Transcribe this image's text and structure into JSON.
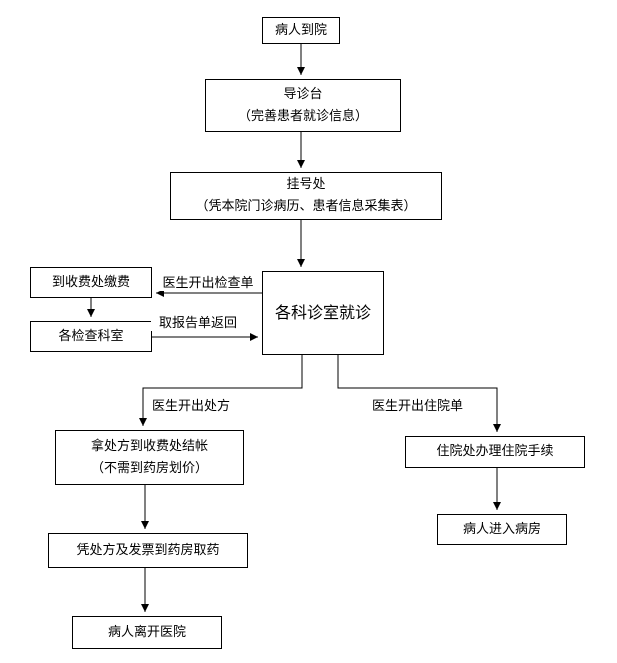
{
  "diagram": {
    "title": "hospital-outpatient-flowchart",
    "colors": {
      "background": "#ffffff",
      "line": "#000000",
      "box_border": "#000000",
      "text": "#000000"
    },
    "nodes": {
      "arrive": {
        "text": "病人到院"
      },
      "guide": {
        "line1": "导诊台",
        "line2": "（完善患者就诊信息）"
      },
      "register": {
        "line1": "挂号处",
        "line2": "（凭本院门诊病历、患者信息采集表）"
      },
      "clinic": {
        "text": "各科诊室就诊"
      },
      "pay_exam": {
        "text": "到收费处缴费"
      },
      "exam_dept": {
        "text": "各检查科室"
      },
      "settle": {
        "line1": "拿处方到收费处结帐",
        "line2": "（不需到药房划价）"
      },
      "pharmacy": {
        "text": "凭处方及发票到药房取药"
      },
      "leave": {
        "text": "病人离开医院"
      },
      "admission": {
        "text": "住院处办理住院手续"
      },
      "ward": {
        "text": "病人进入病房"
      }
    },
    "edge_labels": {
      "exam_order": "医生开出检查单",
      "report_return": "取报告单返回",
      "prescription": "医生开出处方",
      "admission_order": "医生开出住院单"
    }
  }
}
